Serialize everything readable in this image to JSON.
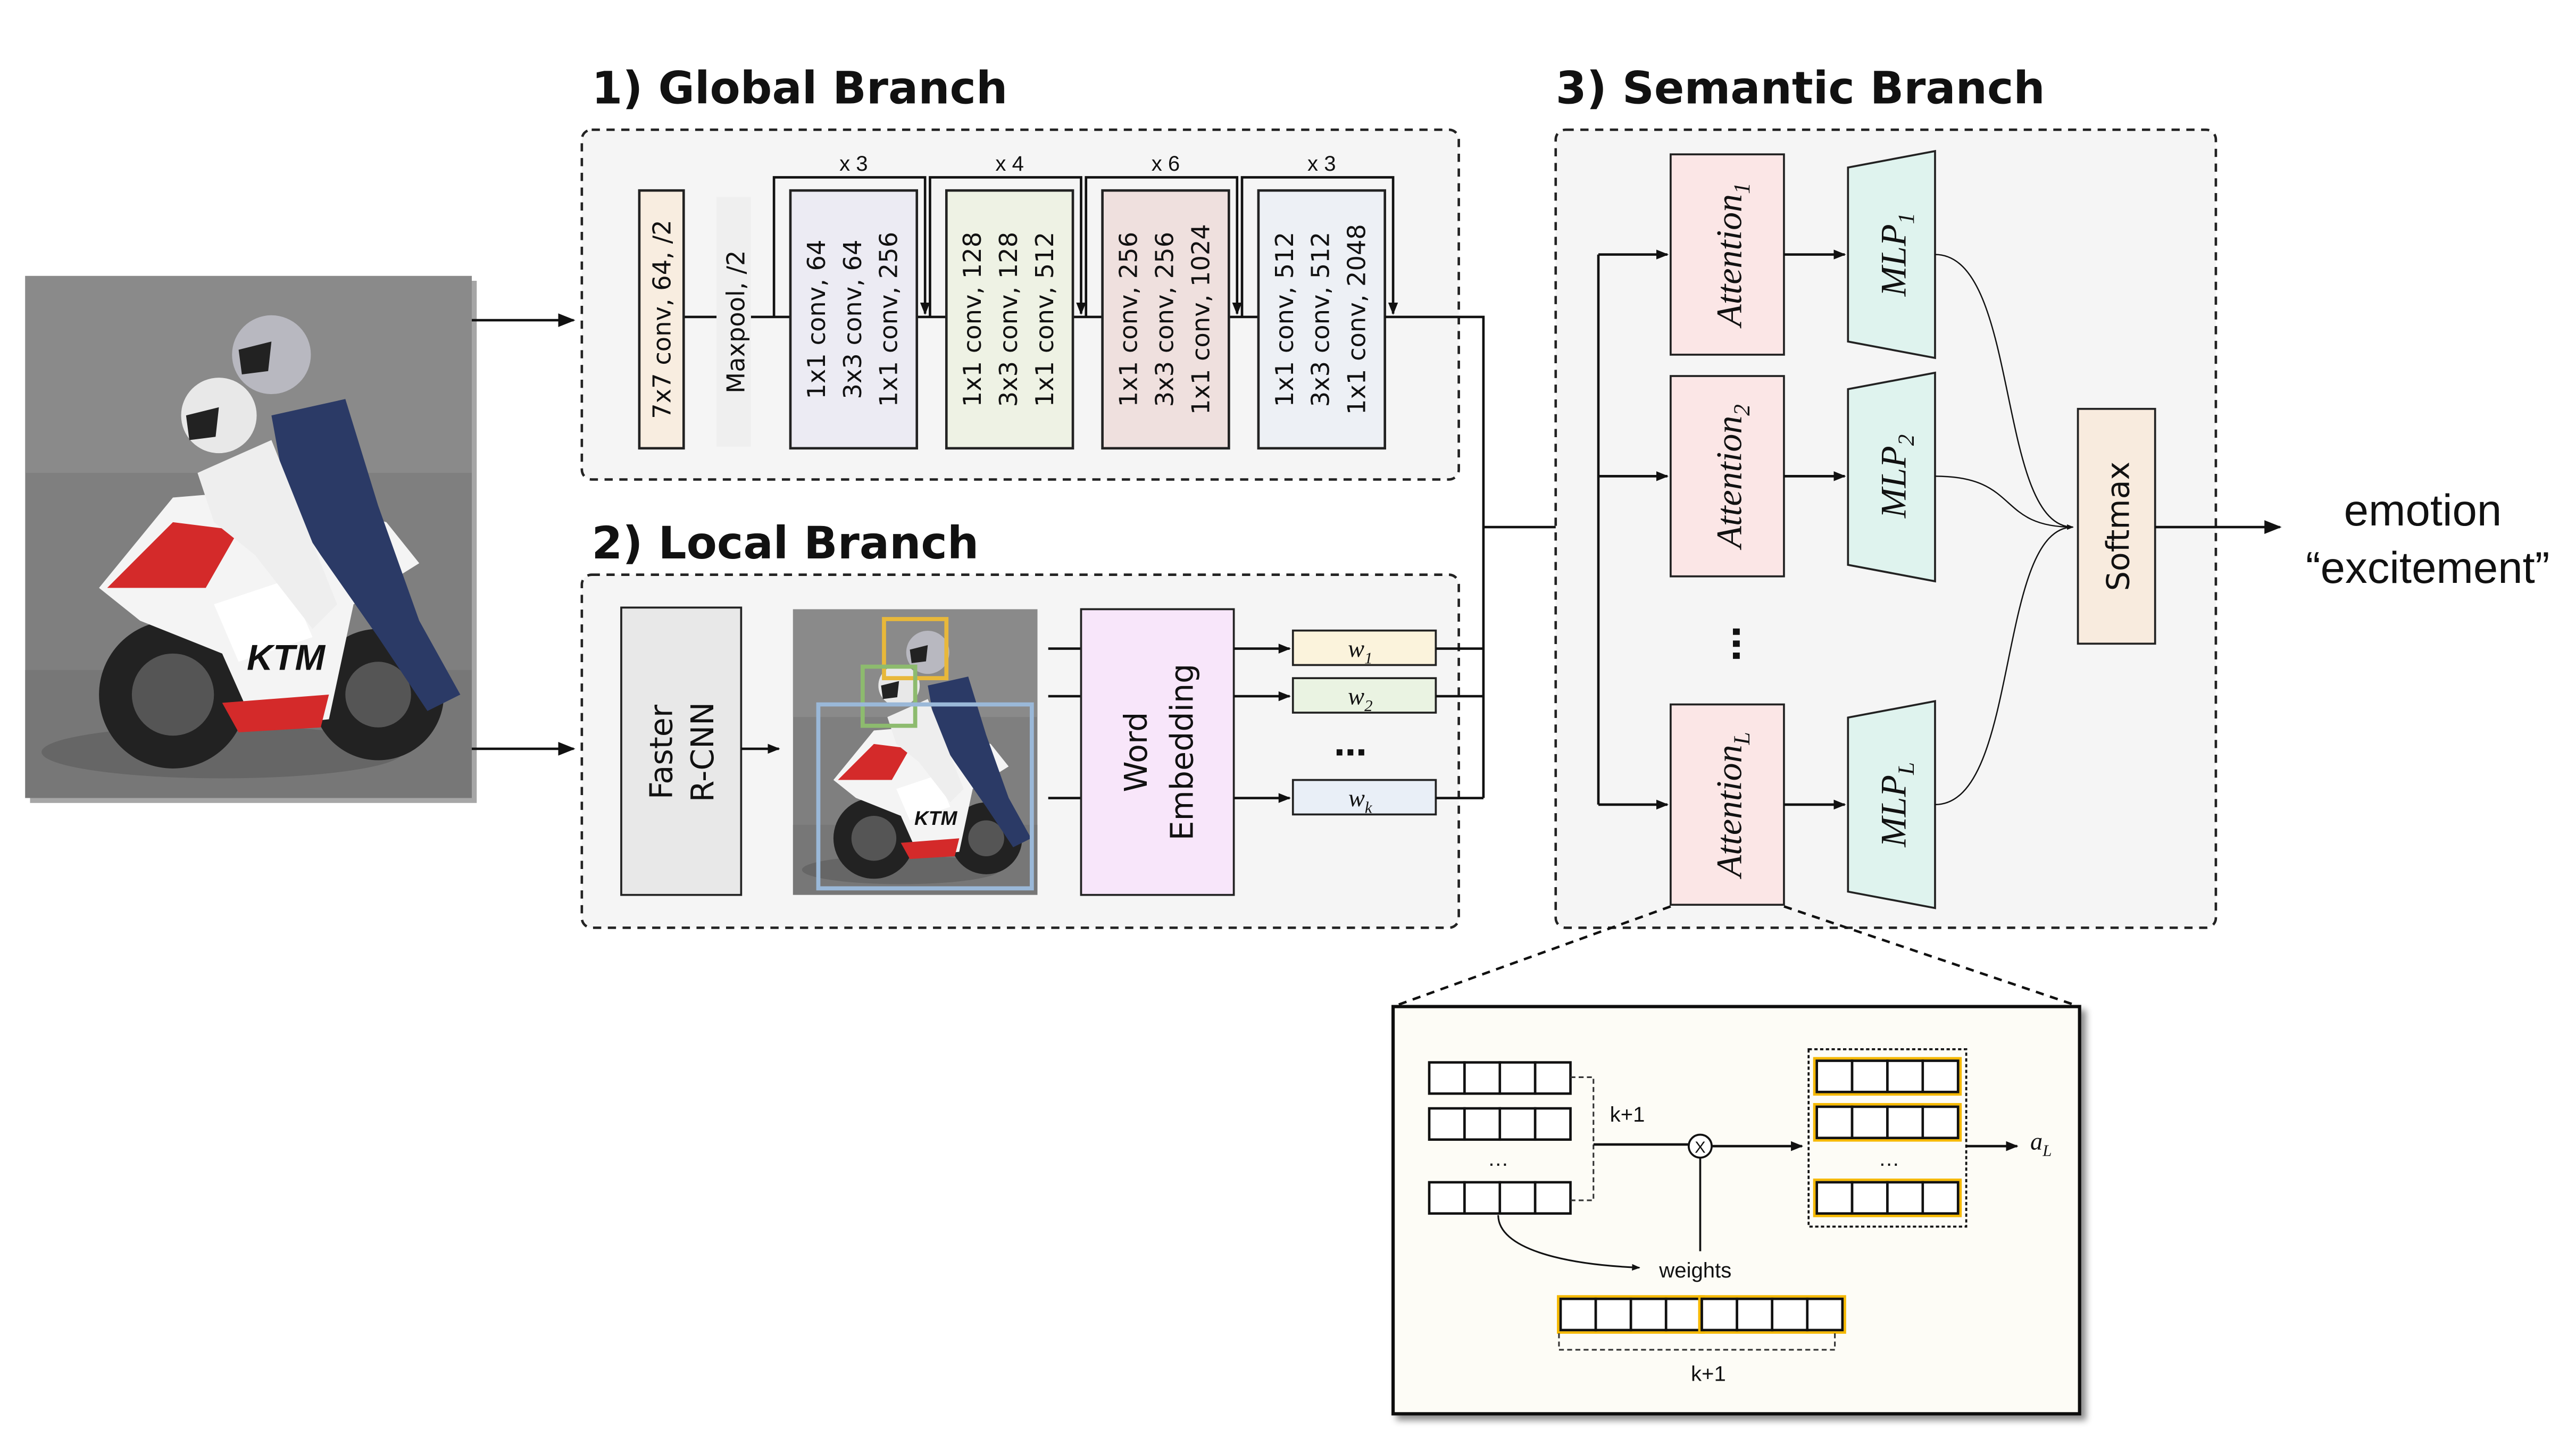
{
  "colors": {
    "conv7": "#f8ede0",
    "maxpool": "#efefef",
    "stage1": "#ecebf3",
    "stage2": "#eef2e4",
    "stage3": "#efe0de",
    "stage4": "#edf0f5",
    "rcnn": "#e8e8e8",
    "word_embedding": "#f8e6fa",
    "w1": "#fbf3dc",
    "w2": "#eaf3e2",
    "wk": "#e9eff7",
    "attention": "#fbe6e6",
    "mlp": "#dff3ee",
    "softmax": "#f8ebde",
    "branch_bg": "#f5f5f5",
    "detail_bg": "#fdfcf6",
    "box_yellow": "#e8b83a",
    "box_green": "#8dbb6e",
    "box_blue": "#9ab8d8",
    "highlight": "#f5b800"
  },
  "global_branch": {
    "title": "1) Global Branch",
    "conv7": "7x7 conv, 64, /2",
    "maxpool": "Maxpool, /2",
    "stages": [
      {
        "repeat": "x 3",
        "lines": [
          "1x1 conv, 64",
          "3x3 conv, 64",
          "1x1 conv, 256"
        ]
      },
      {
        "repeat": "x 4",
        "lines": [
          "1x1 conv, 128",
          "3x3 conv, 128",
          "1x1 conv, 512"
        ]
      },
      {
        "repeat": "x 6",
        "lines": [
          "1x1 conv, 256",
          "3x3 conv, 256",
          "1x1 conv, 1024"
        ]
      },
      {
        "repeat": "x 3",
        "lines": [
          "1x1 conv, 512",
          "3x3 conv, 512",
          "1x1 conv, 2048"
        ]
      }
    ]
  },
  "local_branch": {
    "title": "2) Local Branch",
    "rcnn": [
      "Faster",
      "R-CNN"
    ],
    "word_embedding": [
      "Word",
      "Embedding"
    ],
    "words": [
      {
        "base": "w",
        "sub": "1"
      },
      {
        "base": "w",
        "sub": "2"
      },
      {
        "base": "w",
        "sub": "k"
      }
    ],
    "dots": "…"
  },
  "semantic_branch": {
    "title": "3) Semantic Branch",
    "attentions": [
      {
        "base": "Attention",
        "sub": "1"
      },
      {
        "base": "Attention",
        "sub": "2"
      },
      {
        "base": "Attention",
        "sub": "L"
      }
    ],
    "mlps": [
      {
        "base": "MLP",
        "sub": "1"
      },
      {
        "base": "MLP",
        "sub": "2"
      },
      {
        "base": "MLP",
        "sub": "L"
      }
    ],
    "dots": "…",
    "softmax": "Softmax"
  },
  "output": {
    "line1": "emotion",
    "line2": "“excitement”"
  },
  "attention_detail": {
    "k1_top": "k+1",
    "k1_bottom": "k+1",
    "weights": "weights",
    "dots": "…",
    "output": {
      "base": "a",
      "sub": "L"
    },
    "multiply": "X"
  }
}
